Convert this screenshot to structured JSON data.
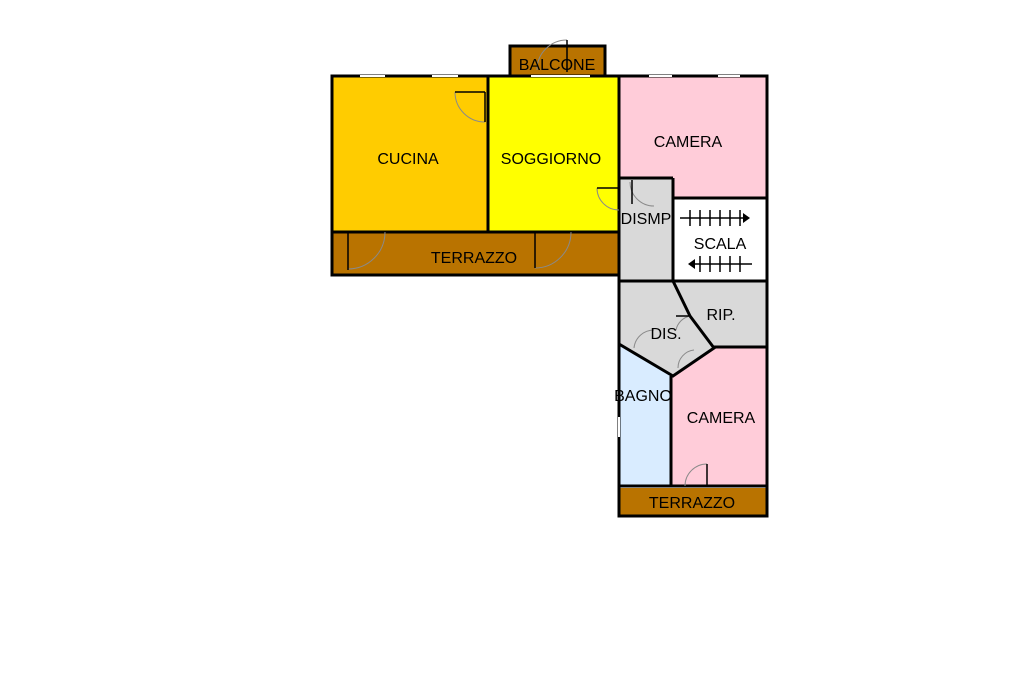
{
  "floorplan": {
    "rooms": {
      "balcone": {
        "label": "BALCONE",
        "color": "#b97300"
      },
      "cucina": {
        "label": "CUCINA",
        "color": "#ffcc00"
      },
      "soggiorno": {
        "label": "SOGGIORNO",
        "color": "#ffff00"
      },
      "camera_top": {
        "label": "CAMERA",
        "color": "#ffccd9"
      },
      "terrazzo_left": {
        "label": "TERRAZZO",
        "color": "#b97300"
      },
      "disimpegno": {
        "label": "DISMP",
        "color": "#d9d9d9"
      },
      "scala": {
        "label": "SCALA",
        "color": "#ffffff"
      },
      "disimpegno_lower": {
        "label": "DIS.",
        "color": "#d9d9d9"
      },
      "ripostiglio": {
        "label": "RIP.",
        "color": "#d9d9d9"
      },
      "bagno": {
        "label": "BAGNO",
        "color": "#d9ecff"
      },
      "camera_bottom": {
        "label": "CAMERA",
        "color": "#ffccd9"
      },
      "terrazzo_bottom": {
        "label": "TERRAZZO",
        "color": "#b97300"
      }
    },
    "wall_color": "#000000",
    "door_color": "#8a8a8a"
  }
}
